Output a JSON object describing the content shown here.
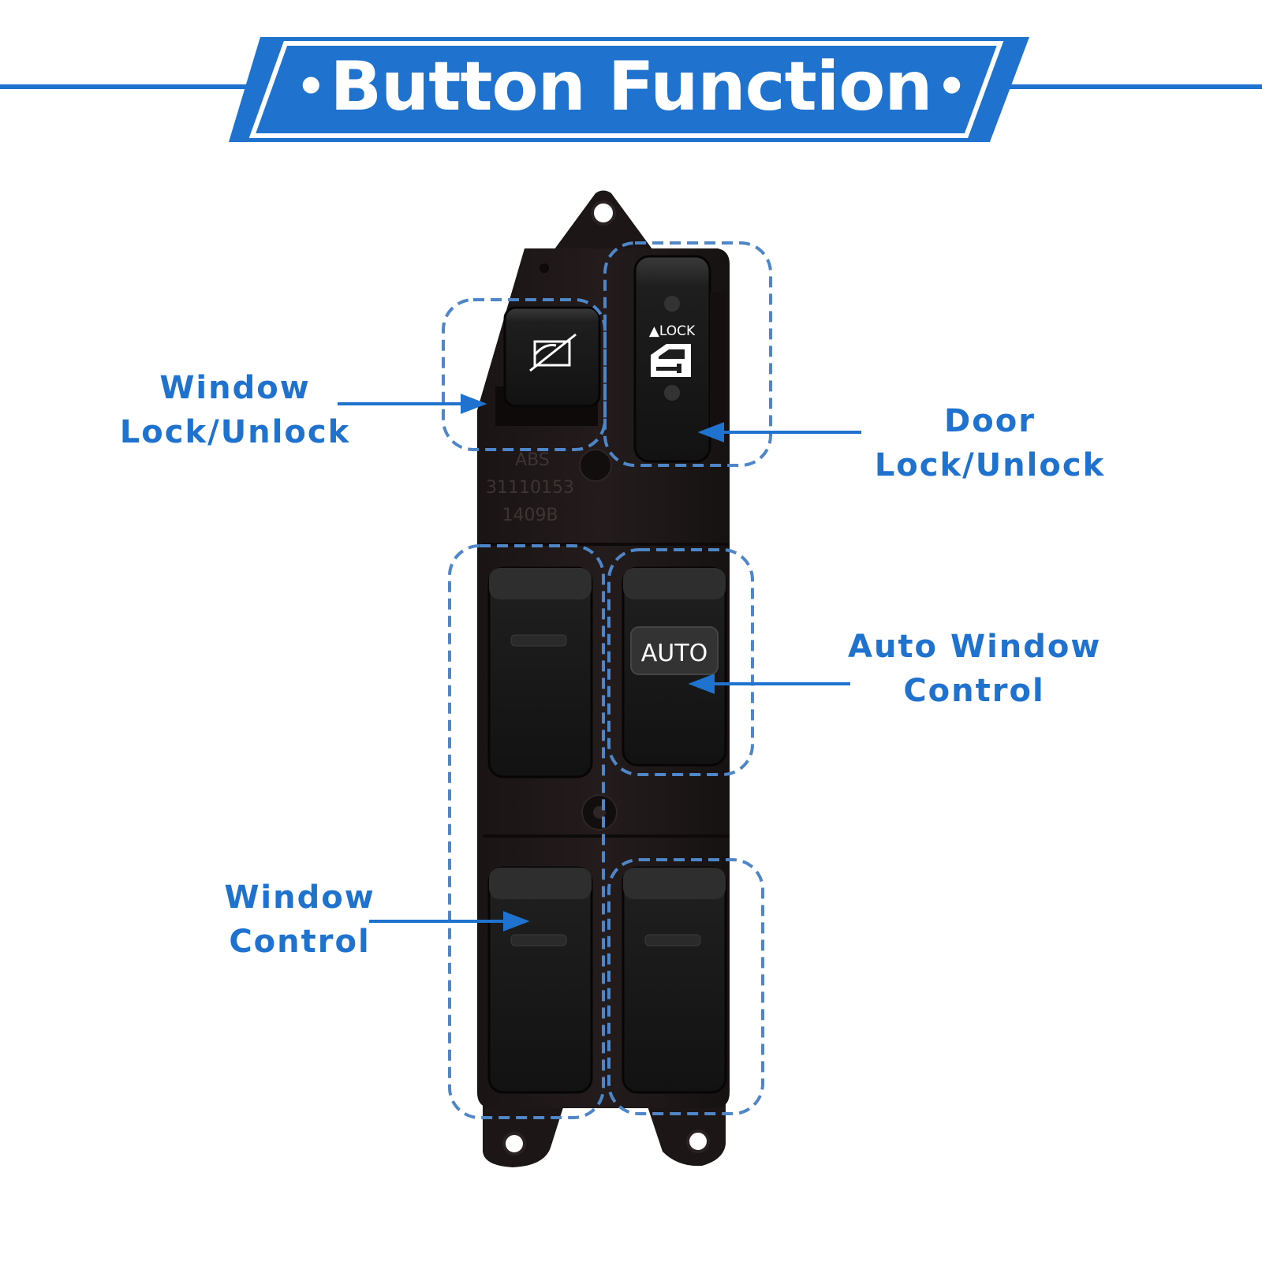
{
  "banner": {
    "title": "Button Function",
    "color": "#1f73cf"
  },
  "device": {
    "part_number": "31110153",
    "date_code": "1409B",
    "material_mark": "ABS",
    "lock_label": "▲LOCK",
    "auto_label": "AUTO"
  },
  "callouts": {
    "window_lock": {
      "line1": "Window",
      "line2": "Lock/Unlock"
    },
    "door_lock": {
      "line1": "Door",
      "line2": "Lock/Unlock"
    },
    "auto_window": {
      "line1": "Auto Window",
      "line2": "Control"
    },
    "window_control": {
      "line1": "Window",
      "line2": "Control"
    }
  },
  "icons": [
    "window-lock-icon",
    "door-lock-icon",
    "arrow-icon"
  ]
}
